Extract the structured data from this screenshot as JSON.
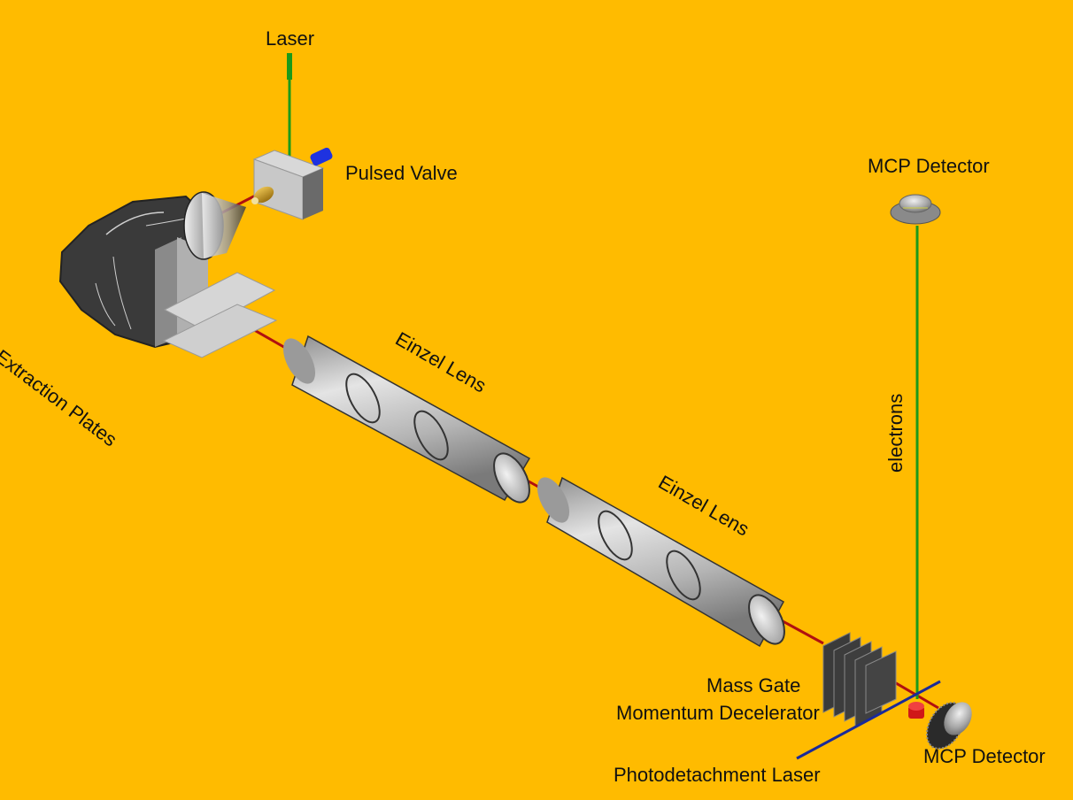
{
  "background_color": "#FFBB00",
  "colors": {
    "ion_beam": "#B01010",
    "laser": "#1A9A1A",
    "electrons": "#1A9A1A",
    "photodetachment_laser": "#1A2A9A",
    "pulsed_valve_nozzle": "#1E32E0",
    "metal_gray": "#B8B8B8",
    "dark_housing": "#3A3A3A"
  },
  "labels": {
    "laser": "Laser",
    "pulsed_valve": "Pulsed Valve",
    "extraction_plates": "Extraction Plates",
    "einzel_lens_1": "Einzel Lens",
    "einzel_lens_2": "Einzel Lens",
    "mcp_detector_top": "MCP Detector",
    "electrons": "electrons",
    "mass_gate": "Mass Gate",
    "momentum_decelerator": "Momentum Decelerator",
    "mcp_detector_bottom": "MCP Detector",
    "photodetachment_laser": "Photodetachment Laser"
  }
}
